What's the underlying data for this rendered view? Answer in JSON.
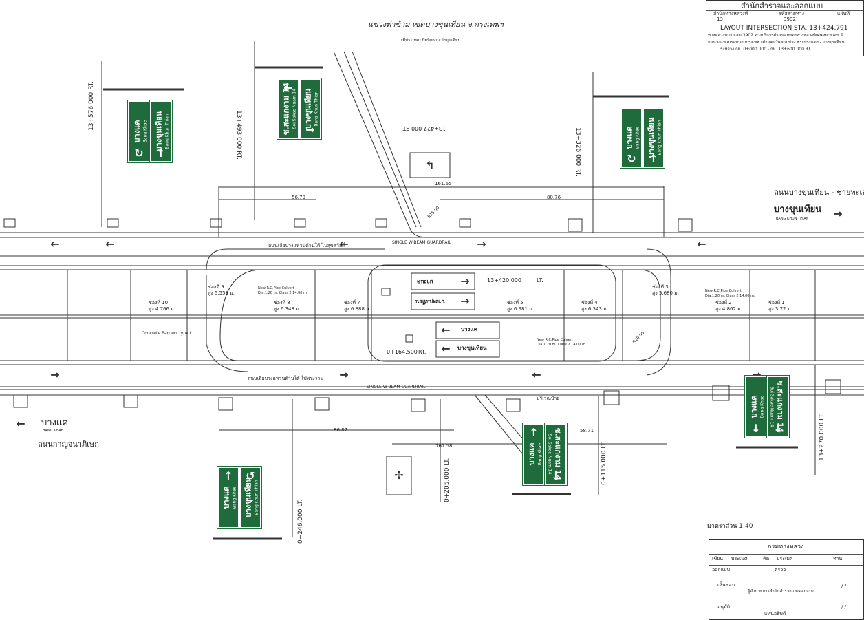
{
  "title_block_top": {
    "office": "สำนักสำรวจและออกแบบ",
    "col1": "สำนักทางหลวงที่",
    "col2": "รหัสสายทาง",
    "col3": "แผ่นที่",
    "val1": "13",
    "val2": "3902",
    "val3": "",
    "layout_title": "LAYOUT INTERSECTION STA. 13+424.791",
    "desc1": "ทางหลวงหมายเลข 3902 ทางบริการด้านนอกของทางหลวงพิเศษหมายเลข 9",
    "desc2": "ถนนวงแหวนรอบนอกกรุงเทพ (ด้านตะวันตก) ช่วง พระประแดง - บางขุนเทียน",
    "desc3": "ระหว่าง กม. 0+000.000 - กม. 13+600.000 RT."
  },
  "header": {
    "title": "แขวงท่าข้าม เขตบางขุนเทียน จ.กรุงเทพฯ",
    "subtitle": "(มีประเทศ) ปิยนิศราม ยังขุนเทียน"
  },
  "roads": {
    "right_road": "ถนนบางขุนเทียน - ชายทะเล",
    "right_dest_th": "บางขุนเทียน",
    "right_dest_en": "BANG KHUN THIAN",
    "left_dest_th": "บางแค",
    "left_dest_en": "BANG KHAE",
    "left_road": "ถนนกาญจนาภิเษก",
    "guardrail_top": "SINGLE W-BEAM GUARDRAIL",
    "guardrail_bottom": "SINGLE W-BEAM GUARDRAIL",
    "lane_note_top": "ถนนเลียบวงแหวนด้านใต้ ไปสุขสวัสดิ์",
    "lane_note_bottom": "ถนนเลียบวงแหวนด้านใต้ ไปพระราม",
    "barrier_note": "Concrete Barriers type I",
    "culvert_left_1": "New R.C.Pipe Culvert",
    "culvert_left_2": "Dia.1.20 m. Class 2 14.00 m.",
    "culvert_right_1": "New R.C.Pipe Culvert",
    "culvert_right_2": "Dia.1.20 m. Class 2 14.00 m.",
    "culvert_mid_1": "New R.C.Pipe Culvert",
    "culvert_mid_2": "Dia.1.20 m. Class 2 14.00 m.",
    "scale_text": "มาตราส่วน 1:40",
    "bu_label": "บริเวณป้าย"
  },
  "stations": {
    "s1": "13+576.000 RT.",
    "s2": "13+493.000 RT.",
    "s3": "13+427.000 RT.",
    "s4": "13+326.000 RT.",
    "s5": "13+420.000",
    "s5b": "LT.",
    "s6": "0+164.500",
    "s6b": "RT.",
    "s7": "0+246.000 LT.",
    "s8": "0+205.000 LT.",
    "s9": "0+115.000 LT.",
    "s10": "13+270.000 LT."
  },
  "dims": {
    "d1": "161.65",
    "d2": "56.79",
    "d3": "80.76",
    "d4": "86.87",
    "d5": "161.58",
    "d6": "58.71",
    "r1": "R10.00",
    "r2": "R15.00"
  },
  "spans": [
    {
      "name": "ช่องที่ 10",
      "h": "สูง 4.766 ม."
    },
    {
      "name": "ช่องที่ 9",
      "h": "สูง 5.553 ม."
    },
    {
      "name": "ช่องที่ 8",
      "h": "สูง 6.348 ม."
    },
    {
      "name": "ช่องที่ 7",
      "h": "สูง 6.888 ม."
    },
    {
      "name": "ช่องที่ 5",
      "h": "สูง 6.981 ม."
    },
    {
      "name": "ช่องที่ 4",
      "h": "สูง 6.343 ม."
    },
    {
      "name": "ช่องที่ 3",
      "h": "สูง 5.680 ม."
    },
    {
      "name": "ช่องที่ 2",
      "h": "สูง 4.862 ม."
    },
    {
      "name": "ช่องที่ 1",
      "h": "สูง 3.72 ม."
    }
  ],
  "signs": {
    "bangkhae_th": "บางแค",
    "bangkhae_en": "Bang Khae",
    "bkt_th": "บางขุนเทียน",
    "bkt_en": "Bang Khun Thian",
    "soi_th": "ซ.สะแกงาม 14",
    "soi_en": "Soi Sakae Ngam 14"
  },
  "title_block_bottom": {
    "dept": "กรมทางหลวง",
    "r1a": "เขียน",
    "r1b": "ประเมศ",
    "r1c": "คิด",
    "r1d": "ประเมศ",
    "r1e": "ทาน",
    "r2a": "ออกแบบ",
    "r2b": "ตรวจ",
    "r3a": "เห็นชอบ",
    "r3b": "ผู้อำนวยการสำนักสำรวจและออกแบบ",
    "date1": "/   /",
    "r4a": "อนุมัติ",
    "r4b": "แทนอธิบดี",
    "date2": "/   /"
  }
}
